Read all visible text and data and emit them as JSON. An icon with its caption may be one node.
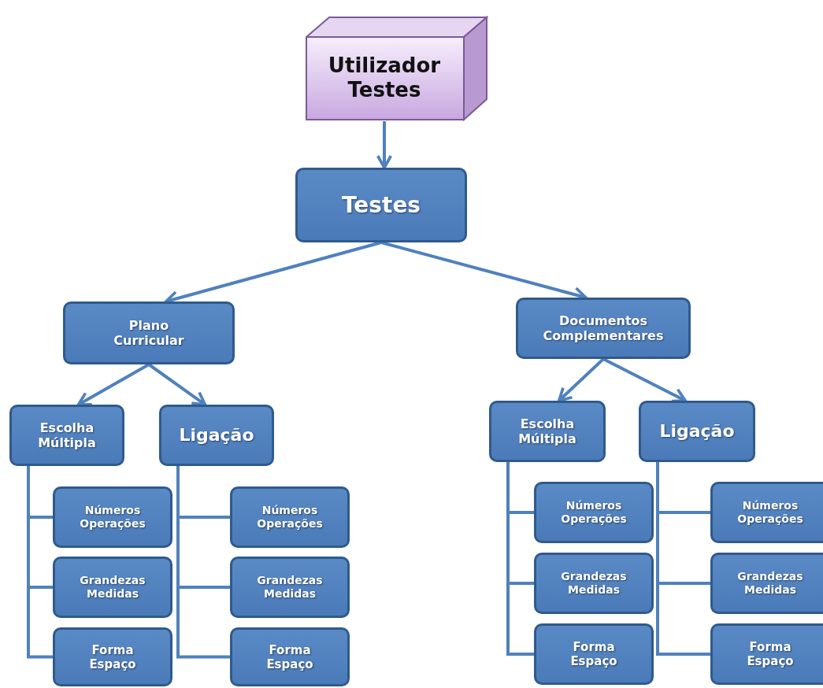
{
  "diagram": {
    "nodes": [
      {
        "text": [
          "Utilizador Testes"
        ]
      },
      {
        "text": [
          "Testes"
        ]
      },
      {
        "text": [
          "Plano Curricular"
        ]
      },
      {
        "text": [
          "Documentos Complementares"
        ]
      },
      {
        "text": [
          "Escolha Múltipla"
        ]
      },
      {
        "text": [
          "Ligação"
        ]
      },
      {
        "text": [
          "Números Operações"
        ]
      },
      {
        "text": [
          "Grandezas Medidas"
        ]
      },
      {
        "text": [
          "Forma Espaço"
        ]
      },
      {
        "text": [
          "Números Operações"
        ]
      },
      {
        "text": [
          "Grandezas Medidas"
        ]
      },
      {
        "text": [
          "Forma Espaço"
        ]
      },
      {
        "text": [
          "Escolha Múltipla"
        ]
      },
      {
        "text": [
          "Ligação"
        ]
      },
      {
        "text": [
          "Números Operações"
        ]
      },
      {
        "text": [
          "Grandezas Medidas"
        ]
      },
      {
        "text": [
          "Forma Espaço"
        ]
      },
      {
        "text": [
          "Números Operações"
        ]
      },
      {
        "text": [
          "Grandezas Medidas"
        ]
      },
      {
        "text": [
          "Forma Espaço"
        ]
      }
    ],
    "edges": [
      {
        "from": 0,
        "to": 1,
        "arrow": "to"
      },
      {
        "from": 1,
        "to": 2,
        "arrow": "to"
      },
      {
        "from": 1,
        "to": 3,
        "arrow": "to"
      },
      {
        "from": 2,
        "to": 4,
        "arrow": "to"
      },
      {
        "from": 2,
        "to": 5,
        "arrow": "to"
      },
      {
        "from": 4,
        "to": 6,
        "arrow": "none"
      },
      {
        "from": 4,
        "to": 7,
        "arrow": "none"
      },
      {
        "from": 4,
        "to": 8,
        "arrow": "none"
      },
      {
        "from": 5,
        "to": 9,
        "arrow": "none"
      },
      {
        "from": 5,
        "to": 10,
        "arrow": "none"
      },
      {
        "from": 5,
        "to": 11,
        "arrow": "none"
      },
      {
        "from": 3,
        "to": 12,
        "arrow": "to"
      },
      {
        "from": 3,
        "to": 13,
        "arrow": "to"
      },
      {
        "from": 12,
        "to": 14,
        "arrow": "none"
      },
      {
        "from": 12,
        "to": 15,
        "arrow": "none"
      },
      {
        "from": 12,
        "to": 16,
        "arrow": "none"
      },
      {
        "from": 13,
        "to": 17,
        "arrow": "none"
      },
      {
        "from": 13,
        "to": 18,
        "arrow": "none"
      },
      {
        "from": 13,
        "to": 19,
        "arrow": "none"
      }
    ]
  }
}
